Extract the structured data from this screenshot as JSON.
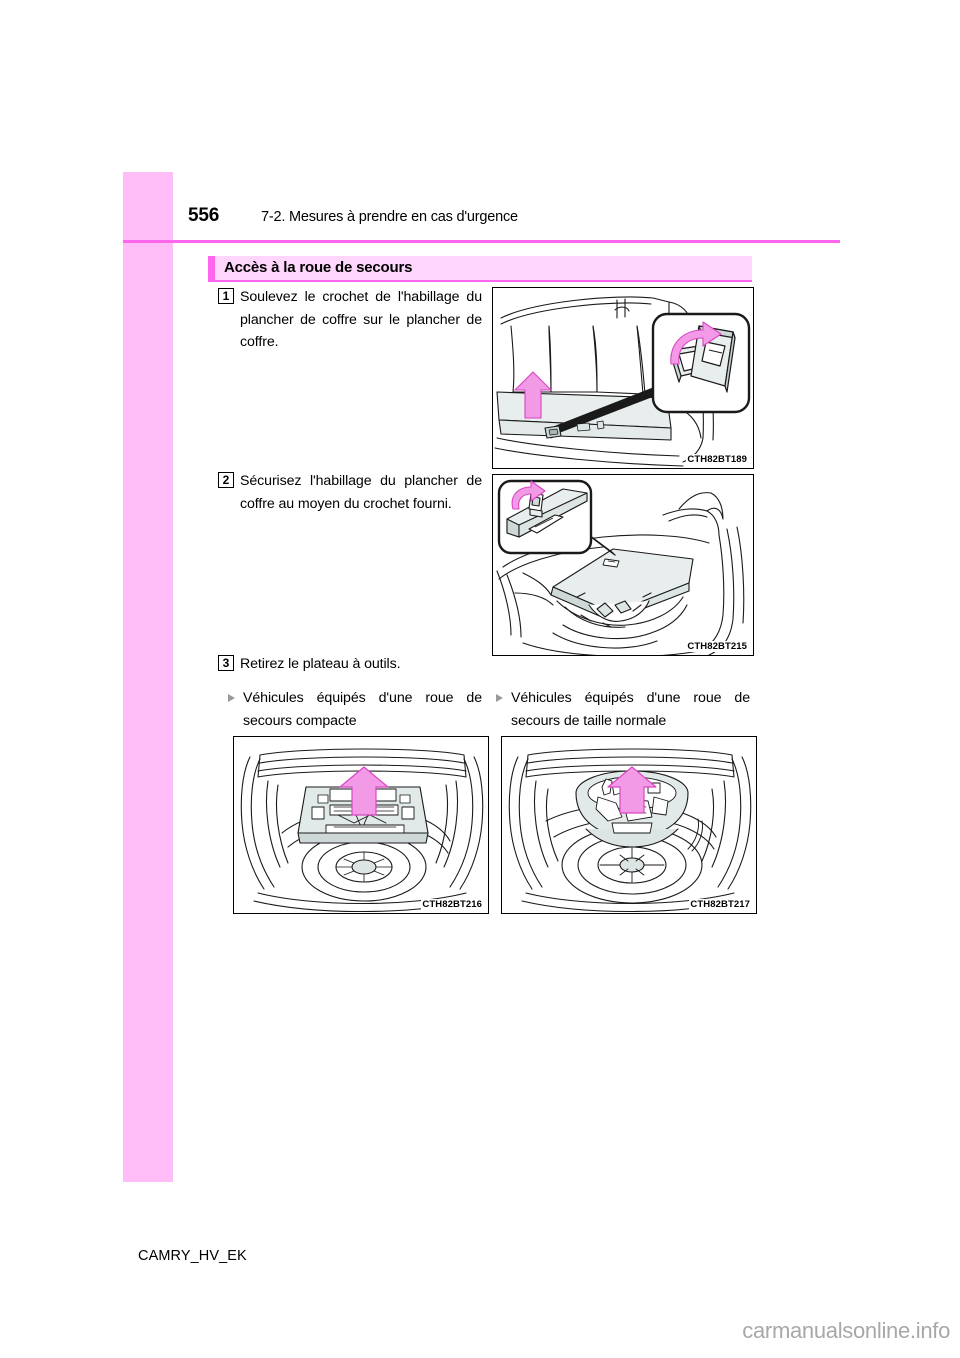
{
  "document": {
    "page_number": "556",
    "header_title": "7-2. Mesures à prendre en cas d'urgence",
    "footer_code": "CAMRY_HV_EK",
    "watermark": "carmanualsonline.info"
  },
  "colors": {
    "accent_pink": "#ff66ee",
    "tab_pink": "#ffbdf8",
    "heading_bg": "#ffd6fb",
    "arrow_pink": "#f48ae0",
    "panel_gray": "#dfe6e6"
  },
  "section": {
    "title": "Accès à la roue de secours"
  },
  "steps": [
    {
      "number": "1",
      "text": "Soulevez le crochet de l'habillage du plancher de coffre sur le plancher de coffre.",
      "figure_code": "CTH82BT189"
    },
    {
      "number": "2",
      "text": "Sécurisez l'habillage du plancher de coffre au moyen du crochet fourni.",
      "figure_code": "CTH82BT215"
    },
    {
      "number": "3",
      "text": "Retirez le plateau à outils.",
      "figure_code": ""
    }
  ],
  "variants": [
    {
      "label": "Véhicules équipés d'une roue de secours compacte",
      "figure_code": "CTH82BT216"
    },
    {
      "label": "Véhicules équipés d'une roue de secours de taille normale",
      "figure_code": "CTH82BT217"
    }
  ]
}
